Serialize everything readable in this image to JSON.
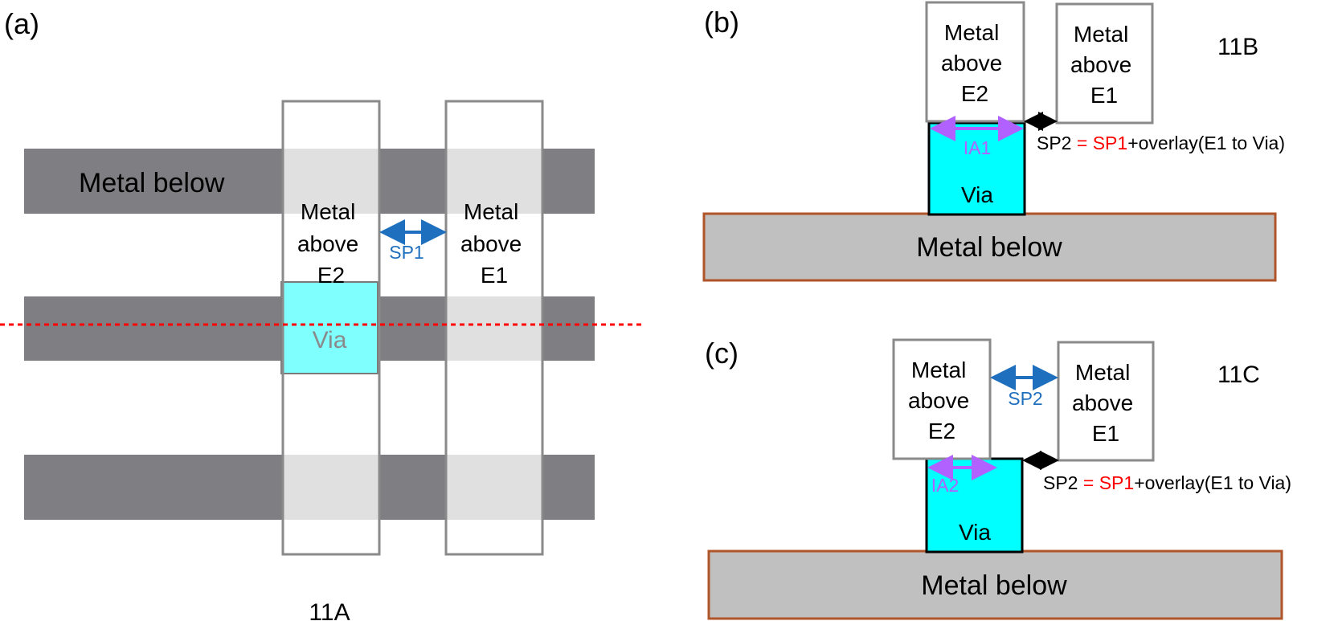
{
  "panels": {
    "a": {
      "label": "(a)",
      "caption": "11A",
      "metal_below": "Metal below",
      "metal_e2": [
        "Metal",
        "above",
        "E2"
      ],
      "metal_e1": [
        "Metal",
        "above",
        "E1"
      ],
      "via": "Via",
      "spacing": "SP1"
    },
    "b": {
      "label": "(b)",
      "caption": "11B",
      "metal_e2": [
        "Metal",
        "above",
        "E2"
      ],
      "metal_e1": [
        "Metal",
        "above",
        "E1"
      ],
      "overlap": "IA1",
      "via": "Via",
      "metal_below": "Metal below",
      "formula": {
        "lhs": "SP2",
        "eq": " = ",
        "sp1": "SP1",
        "rest": "+overlay(E1 to Via)"
      }
    },
    "c": {
      "label": "(c)",
      "caption": "11C",
      "metal_e2": [
        "Metal",
        "above",
        "E2"
      ],
      "metal_e1": [
        "Metal",
        "above",
        "E1"
      ],
      "spacing": "SP2",
      "overlap": "IA2",
      "via": "Via",
      "metal_below": "Metal below",
      "formula": {
        "lhs": "SP2",
        "eq": " = ",
        "sp1": "SP1",
        "rest": "+overlay(E1 to Via)"
      }
    }
  },
  "colors": {
    "metal_below_dark": "#7f7e82",
    "overlap_light": "#e0e0e0",
    "via_cyan": "#00ffff",
    "via_cyan_faded": "#80ffff",
    "metal_below_light": "#c0c0c0",
    "metal_below_border": "#b0552a",
    "spacing_arrow": "#1f6fbf",
    "overlap_arrow": "#b061ff",
    "cut_line": "#ff0000"
  }
}
